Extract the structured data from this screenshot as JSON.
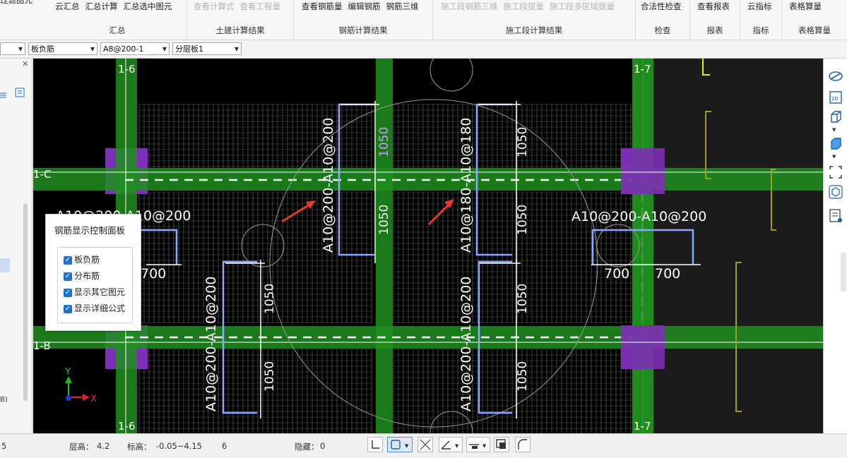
{
  "ribbon": {
    "partial_left": "过滤图元",
    "groups": [
      {
        "label": "汇总",
        "buttons": [
          {
            "label": "云汇总",
            "enabled": true
          },
          {
            "label": "汇总计算",
            "enabled": true
          },
          {
            "label": "汇总选中图元",
            "enabled": true
          }
        ]
      },
      {
        "label": "土建计算结果",
        "buttons": [
          {
            "label": "查看计算式",
            "enabled": false
          },
          {
            "label": "查看工程量",
            "enabled": false
          }
        ]
      },
      {
        "label": "钢筋计算结果",
        "buttons": [
          {
            "label": "查看钢筋量",
            "enabled": true
          },
          {
            "label": "编辑钢筋",
            "enabled": true
          },
          {
            "label": "钢筋三维",
            "enabled": true
          }
        ]
      },
      {
        "label": "施工段计算结果",
        "buttons": [
          {
            "label": "施工段钢筋三维",
            "enabled": false
          },
          {
            "label": "施工段提量",
            "enabled": false
          },
          {
            "label": "施工段多区域提量",
            "enabled": false
          }
        ]
      },
      {
        "label": "检查",
        "buttons": [
          {
            "label": "合法性检查",
            "enabled": true
          }
        ]
      },
      {
        "label": "报表",
        "buttons": [
          {
            "label": "查看报表",
            "enabled": true
          }
        ]
      },
      {
        "label": "指标",
        "buttons": [
          {
            "label": "云指标",
            "enabled": true
          }
        ]
      },
      {
        "label": "表格算量",
        "buttons": [
          {
            "label": "表格算量",
            "enabled": true
          }
        ]
      }
    ]
  },
  "combos": {
    "type": "板负筋",
    "spec": "A8@200-1",
    "layer": "分层板1"
  },
  "canvas": {
    "axis_labels": {
      "top_left": "1-6",
      "top_right": "1-7",
      "bottom_left": "1-6",
      "bottom_right": "1-7",
      "row_c": "1-C",
      "row_b": "1-B",
      "row_b_right": "1-7"
    },
    "rebar_labels": {
      "a": "A10@200-A10@200",
      "b": "A10@180-A10@180",
      "c": "A10@200-A10@200",
      "d": "A10@200-A10@200",
      "e": "A10@200-A10@200",
      "f": "A10@200-A10@200"
    },
    "dims": {
      "d1050": "1050",
      "d700": "700"
    },
    "axes": {
      "x": "X",
      "y": "Y"
    },
    "colors": {
      "beam": "#1f8f1f",
      "column": "#7d2fb5",
      "dim": "#ffffff",
      "rebar": "#8fa8ff",
      "accent_label": "#d896ff",
      "arrow": "#e83a2a",
      "circle": "#9a9a9a"
    }
  },
  "control_panel": {
    "title": "钢筋显示控制面板",
    "items": [
      {
        "label": "板负筋",
        "checked": true
      },
      {
        "label": "分布筋",
        "checked": true
      },
      {
        "label": "显示其它图元",
        "checked": true
      },
      {
        "label": "显示详细公式",
        "checked": true
      }
    ]
  },
  "status": {
    "left_value": "5",
    "floor_height_label": "层高：",
    "floor_height": "4.2",
    "elevation_label": "标高：",
    "elevation": "-0.05~4.15",
    "count": "6",
    "hidden_label": "隐藏：",
    "hidden": "0"
  },
  "left_panel": {
    "bottom_text": "B)"
  }
}
